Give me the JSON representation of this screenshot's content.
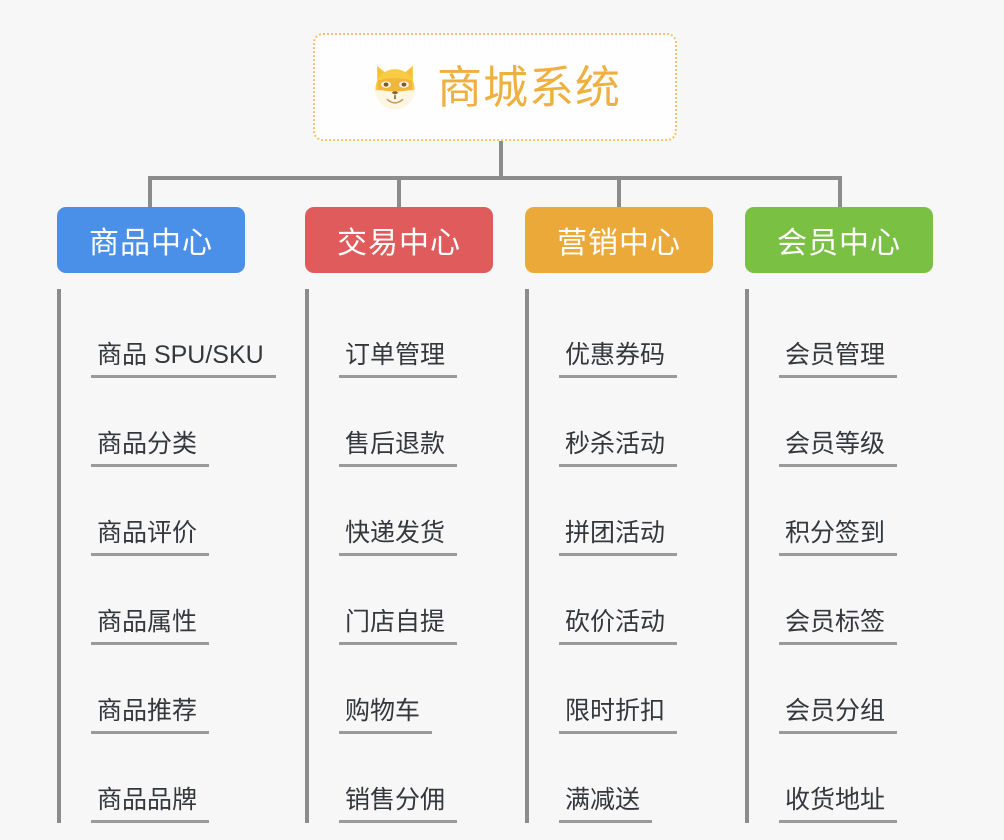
{
  "canvas": {
    "background": "#f7f7f7",
    "connector_color": "#8c8c8c"
  },
  "root": {
    "title": "商城系统",
    "icon": "shiba-dog-icon",
    "border_color": "#f3c26b",
    "text_color": "#eeb040",
    "background": "#fefefe"
  },
  "branches": [
    {
      "label": "商品中心",
      "color": "#4a90e8",
      "items": [
        "商品 SPU/SKU",
        "商品分类",
        "商品评价",
        "商品属性",
        "商品推荐",
        "商品品牌"
      ]
    },
    {
      "label": "交易中心",
      "color": "#e05c5c",
      "items": [
        "订单管理",
        "售后退款",
        "快递发货",
        "门店自提",
        "购物车",
        "销售分佣"
      ]
    },
    {
      "label": "营销中心",
      "color": "#eaa938",
      "items": [
        "优惠券码",
        "秒杀活动",
        "拼团活动",
        "砍价活动",
        "限时折扣",
        "满减送"
      ]
    },
    {
      "label": "会员中心",
      "color": "#79c043",
      "items": [
        "会员管理",
        "会员等级",
        "积分签到",
        "会员标签",
        "会员分组",
        "收货地址"
      ]
    }
  ]
}
